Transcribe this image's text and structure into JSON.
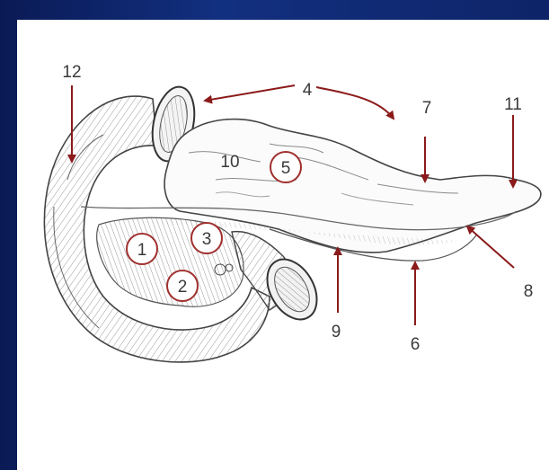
{
  "labels": {
    "l1": "1",
    "l2": "2",
    "l3": "3",
    "l4": "4",
    "l5": "5",
    "l6": "6",
    "l7": "7",
    "l8": "8",
    "l9": "9",
    "l10": "10",
    "l11": "11",
    "l12": "12"
  },
  "colors": {
    "background": "#0d1f5c",
    "panel": "#ffffff",
    "arrow": "#8b1a1a",
    "circle": "#a0302e",
    "line_art": "#555555"
  },
  "figure": {
    "subject": "pancreas-and-duodenum-illustration"
  }
}
